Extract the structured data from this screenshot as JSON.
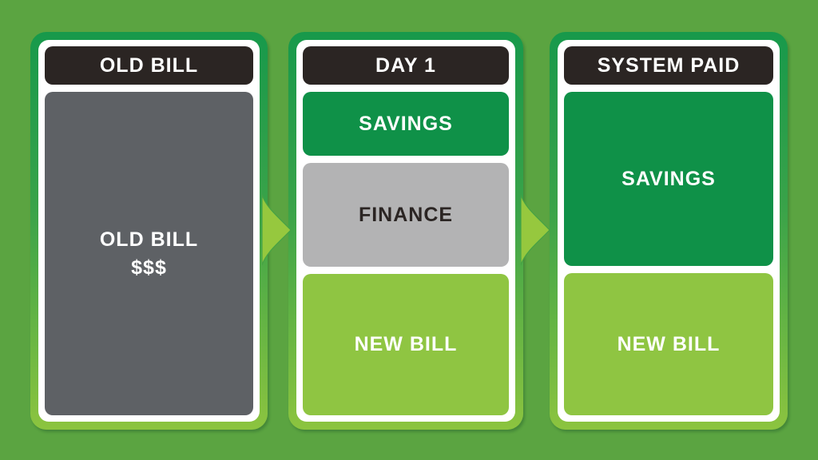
{
  "palette": {
    "background": "#5BA441",
    "card_border_top": "#17994B",
    "card_border_bottom": "#8CC43F",
    "card_face": "#FFFFFF",
    "header_bg": "#2B2523",
    "header_text": "#FFFFFF",
    "old_bill_bg": "#5E6165",
    "savings_bg": "#0F9148",
    "finance_bg": "#B3B3B4",
    "finance_text": "#2B2523",
    "new_bill_bg": "#8FC542",
    "arrow_fill": "#96C83E"
  },
  "columns": [
    {
      "header": "OLD BILL",
      "sections": [
        {
          "name": "old-bill",
          "lines": [
            "OLD BILL",
            "$$$"
          ]
        }
      ]
    },
    {
      "header": "DAY 1",
      "sections": [
        {
          "name": "savings",
          "label": "SAVINGS"
        },
        {
          "name": "finance",
          "label": "FINANCE"
        },
        {
          "name": "new-bill",
          "label": "NEW BILL"
        }
      ]
    },
    {
      "header": "SYSTEM PAID",
      "sections": [
        {
          "name": "savings",
          "label": "SAVINGS"
        },
        {
          "name": "new-bill",
          "label": "NEW BILL"
        }
      ]
    }
  ],
  "arrows": [
    {
      "from": "OLD BILL",
      "to": "DAY 1"
    },
    {
      "from": "DAY 1",
      "to": "SYSTEM PAID"
    }
  ]
}
